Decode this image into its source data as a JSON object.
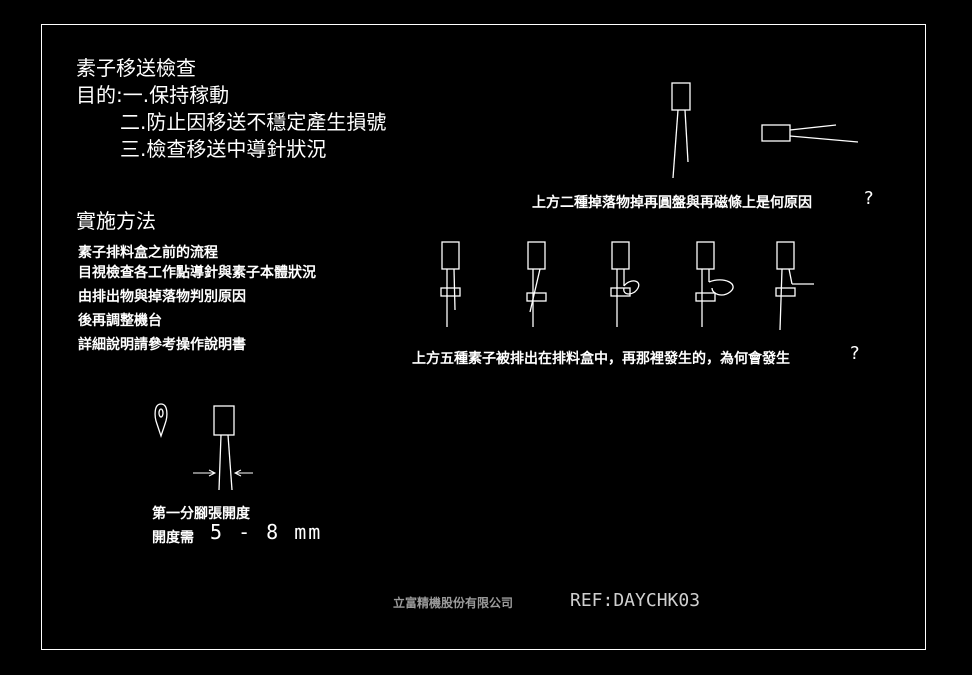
{
  "header": {
    "title": "素子移送檢查",
    "purpose_line1": "目的:一.保持稼動",
    "purpose_line2": "二.防止因移送不穩定產生損號",
    "purpose_line3": "三.檢查移送中導針狀況"
  },
  "method": {
    "heading": "實施方法",
    "steps": [
      "素子排料盒之前的流程",
      "目視檢查各工作點導針與素子本體狀況",
      "由排出物與掉落物判別原因",
      "後再調整機台",
      "詳細說明請參考操作說明書"
    ]
  },
  "captions": {
    "top_right": "上方二種掉落物掉再圓盤與再磁條上是何原因",
    "top_right_q": "?",
    "middle": "上方五種素子被排出在排料盒中，再那裡發生的，為何會發生",
    "middle_q": "?"
  },
  "lead_spread": {
    "label": "第一分腳張開度",
    "spec_label": "開度需",
    "spec_value": "5 - 8 mm"
  },
  "footer": {
    "company": "立富精機股份有限公司",
    "ref": "REF:DAYCHK03"
  }
}
